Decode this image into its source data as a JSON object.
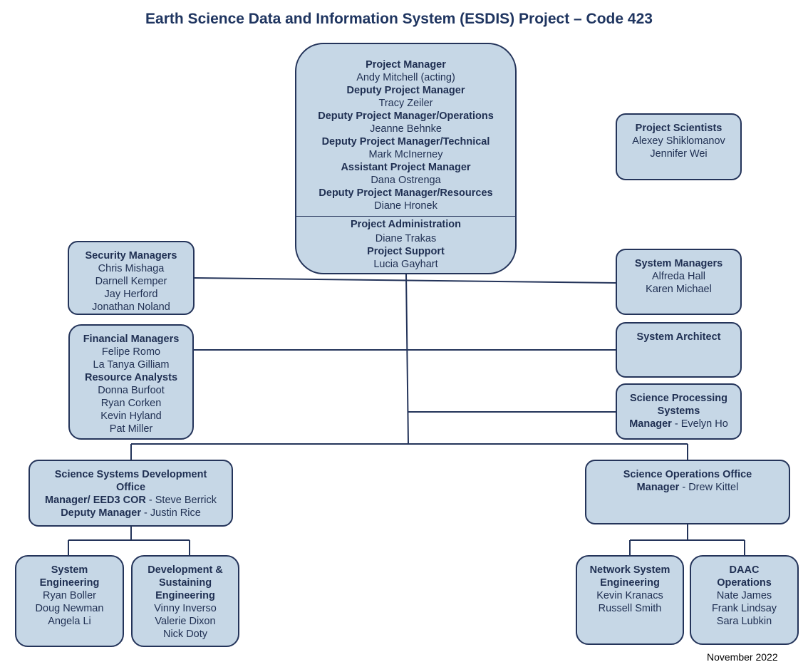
{
  "title": "Earth Science Data and Information System (ESDIS) Project – Code 423",
  "project_office": {
    "roles": [
      {
        "title": "Project Manager",
        "name": "Andy Mitchell (acting)"
      },
      {
        "title": "Deputy Project Manager",
        "name": "Tracy Zeiler"
      },
      {
        "title": "Deputy Project Manager/Operations",
        "name": "Jeanne Behnke"
      },
      {
        "title": "Deputy Project Manager/Technical",
        "name": "Mark McInerney"
      },
      {
        "title": "Assistant Project Manager",
        "name": "Dana Ostrenga"
      },
      {
        "title": "Deputy Project Manager/Resources",
        "name": "Diane Hronek"
      }
    ],
    "admin": [
      {
        "title": "Project Administration",
        "name": "Diane Trakas"
      },
      {
        "title": "Project Support",
        "name": "Lucia Gayhart"
      }
    ]
  },
  "project_scientists": {
    "title": "Project Scientists",
    "names": [
      "Alexey Shiklomanov",
      "Jennifer Wei"
    ]
  },
  "security_managers": {
    "title": "Security Managers",
    "names": [
      "Chris Mishaga",
      "Darnell Kemper",
      "Jay Herford",
      "Jonathan Noland"
    ]
  },
  "system_managers": {
    "title": "System Managers",
    "names": [
      "Alfreda Hall",
      "Karen Michael"
    ]
  },
  "financial_managers": {
    "title": "Financial Managers",
    "names": [
      "Felipe Romo",
      "La Tanya Gilliam"
    ],
    "title2": "Resource Analysts",
    "names2": [
      "Donna Burfoot",
      "Ryan Corken",
      "Kevin Hyland",
      "Pat Miller"
    ]
  },
  "system_architect": {
    "title": "System Architect"
  },
  "science_processing": {
    "title_line1": "Science Processing",
    "title_line2": "Systems",
    "role": "Manager",
    "name": " - Evelyn Ho"
  },
  "ssdo": {
    "title_line1": "Science Systems Development",
    "title_line2": "Office",
    "role1": "Manager/ EED3 COR",
    "name1": " - Steve Berrick",
    "role2": "Deputy Manager",
    "name2": " - Justin Rice"
  },
  "soo": {
    "title": "Science Operations Office",
    "role": "Manager",
    "name": " - Drew Kittel"
  },
  "system_engineering": {
    "title_line1": "System",
    "title_line2": "Engineering",
    "names": [
      "Ryan Boller",
      "Doug Newman",
      "Angela Li"
    ]
  },
  "dev_sustaining": {
    "title_line1": "Development &",
    "title_line2": "Sustaining",
    "title_line3": "Engineering",
    "names": [
      "Vinny Inverso",
      "Valerie Dixon",
      "Nick Doty"
    ]
  },
  "network_system": {
    "title_line1": "Network System",
    "title_line2": "Engineering",
    "names": [
      "Kevin Kranacs",
      "Russell Smith"
    ]
  },
  "daac_ops": {
    "title_line1": "DAAC",
    "title_line2": "Operations",
    "names": [
      "Nate James",
      "Frank Lindsay",
      "Sara Lubkin"
    ]
  },
  "footer": "November 2022"
}
